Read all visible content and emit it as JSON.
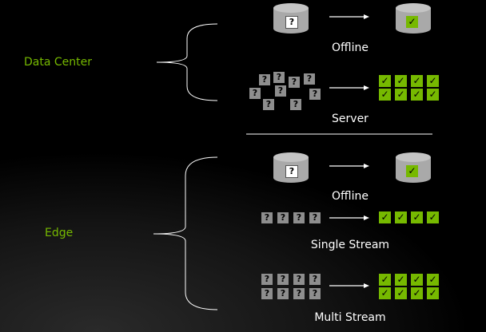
{
  "groups": {
    "data_center": "Data Center",
    "edge": "Edge"
  },
  "scenarios": {
    "dc_offline": "Offline",
    "dc_server": "Server",
    "edge_offline": "Offline",
    "edge_single": "Single Stream",
    "edge_multi": "Multi Stream"
  },
  "glyphs": {
    "question": "?",
    "check": "✓"
  },
  "colors": {
    "accent": "#76b900",
    "question_box": "#8e8e8e",
    "text": "#ffffff"
  }
}
